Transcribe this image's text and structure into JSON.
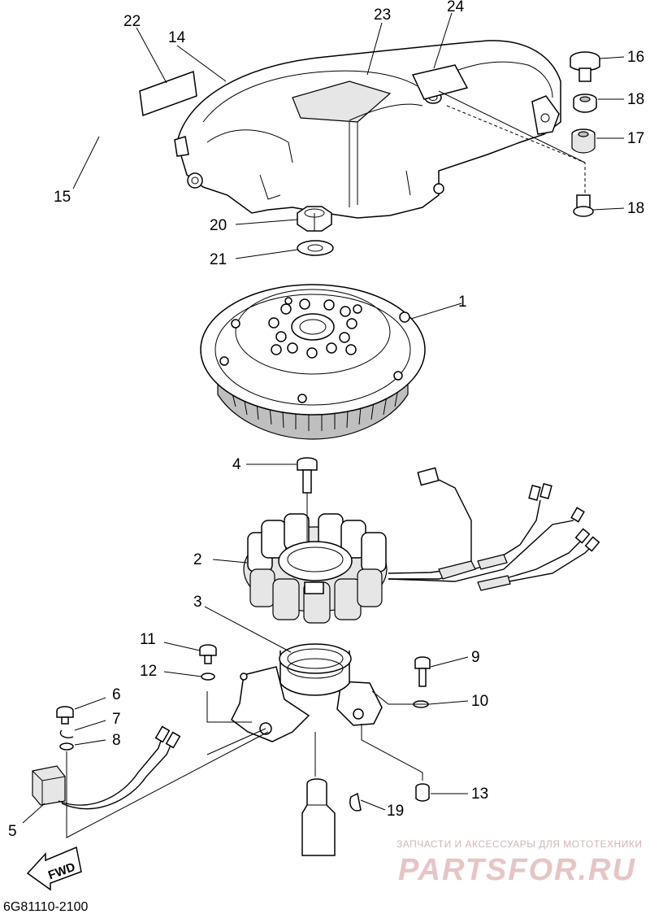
{
  "callouts": [
    {
      "id": "1",
      "label": "1"
    },
    {
      "id": "2",
      "label": "2"
    },
    {
      "id": "3",
      "label": "3"
    },
    {
      "id": "4",
      "label": "4"
    },
    {
      "id": "5",
      "label": "5"
    },
    {
      "id": "6",
      "label": "6"
    },
    {
      "id": "7",
      "label": "7"
    },
    {
      "id": "8",
      "label": "8"
    },
    {
      "id": "9",
      "label": "9"
    },
    {
      "id": "10",
      "label": "10"
    },
    {
      "id": "11",
      "label": "11"
    },
    {
      "id": "12",
      "label": "12"
    },
    {
      "id": "13",
      "label": "13"
    },
    {
      "id": "14",
      "label": "14"
    },
    {
      "id": "15",
      "label": "15"
    },
    {
      "id": "16",
      "label": "16"
    },
    {
      "id": "17",
      "label": "17"
    },
    {
      "id": "18a",
      "label": "18"
    },
    {
      "id": "18b",
      "label": "18"
    },
    {
      "id": "19",
      "label": "19"
    },
    {
      "id": "20",
      "label": "20"
    },
    {
      "id": "21",
      "label": "21"
    },
    {
      "id": "22",
      "label": "22"
    },
    {
      "id": "23",
      "label": "23"
    },
    {
      "id": "24",
      "label": "24"
    }
  ],
  "direction_marker": "FWD",
  "diagram_code": "6G81110-2100",
  "watermark": {
    "tagline": "ЗАПЧАСТИ И АКСЕССУАРЫ ДЛЯ МОТОТЕХНИКИ",
    "brand": "PARTSFOR.RU"
  }
}
